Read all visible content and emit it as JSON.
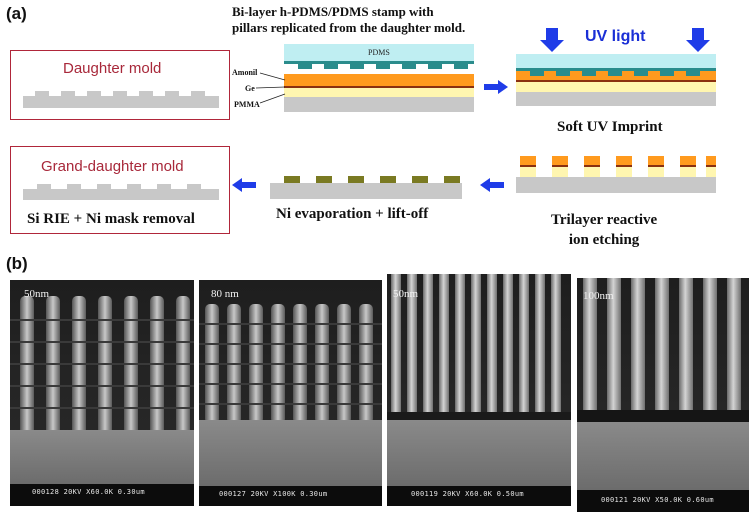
{
  "panel_a": {
    "label": "(a)",
    "stamp_caption_line1": "Bi-layer h-PDMS/PDMS stamp with",
    "stamp_caption_line2": "pillars replicated  from the daughter mold.",
    "daughter_mold": "Daughter mold",
    "layers": {
      "pdms": "PDMS",
      "amonil": "Amonil",
      "ge": "Ge",
      "pmma": "PMMA"
    },
    "uv_light": "UV light",
    "soft_uv": "Soft UV Imprint",
    "trilayer_line1": "Trilayer reactive",
    "trilayer_line2": "ion etching",
    "ni_evap": "Ni evaporation + lift-off",
    "grand_daughter": "Grand-daughter mold",
    "si_rie": "Si RIE + Ni mask removal"
  },
  "panel_b": {
    "label": "(b)",
    "images": [
      {
        "scale": "50nm",
        "footer": "000128 20KV X60.0K 0.30um"
      },
      {
        "scale": "80 nm",
        "footer": "000127 20KV X100K 0.30um"
      },
      {
        "scale": "50nm",
        "footer": "000119 20KV X60.0K 0.50um"
      },
      {
        "scale": "100nm",
        "footer": "000121 20KV X50.0K 0.60um"
      }
    ]
  },
  "colors": {
    "box_border": "#b0263a",
    "substrate": "#c8c8c8",
    "pdms": "#bfeef2",
    "pdms_pillar": "#2a8c8c",
    "amonil": "#ff9a1e",
    "ge": "#8a3010",
    "pmma": "#fff6b0",
    "nickel": "#7a7a22",
    "arrow": "#1f3ce8"
  }
}
